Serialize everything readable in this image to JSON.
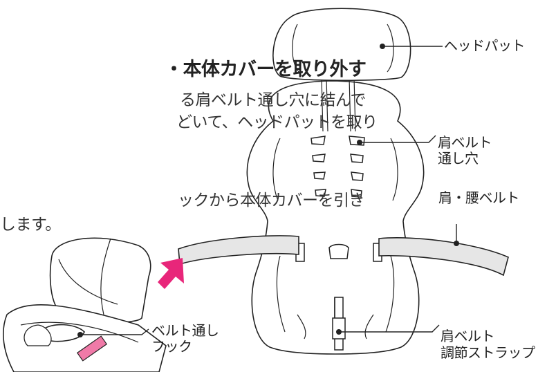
{
  "instructions": {
    "heading": "・本体カバーを取り外す",
    "lines": [
      "る肩ベルト通し穴に結んで",
      "どいて、ヘッドパットを取り",
      "ックから本体カバーを引き",
      "します。"
    ]
  },
  "labels": {
    "head_pad": "ヘッドパット",
    "belt_hole_line1": "肩ベルト",
    "belt_hole_line2": "通し穴",
    "shoulder_waist_belt": "肩・腰ベルト",
    "belt_hook_line1": "ベルト通し",
    "belt_hook_line2": "フック",
    "adjust_strap_line1": "肩ベルト",
    "adjust_strap_line2": "調節ストラップ"
  },
  "colors": {
    "line": "#222222",
    "belt_fill": "#e6e6e6",
    "arrow": "#e8267a",
    "hook_slot": "#f07aa8"
  }
}
